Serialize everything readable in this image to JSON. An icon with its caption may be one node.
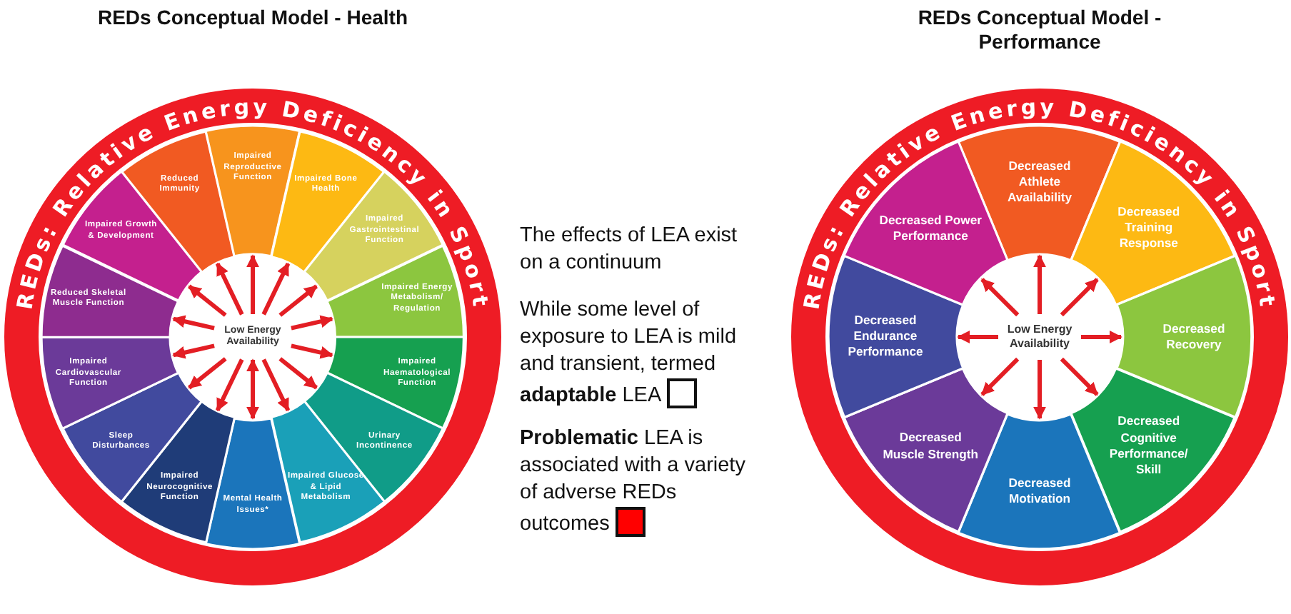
{
  "diagram": {
    "nodes": [
      {
        "text": [
          "Low Energy Availability"
        ]
      },
      {
        "text": [
          "Reduced Immunity"
        ]
      },
      {
        "text": [
          "Impaired Reproductive Function"
        ]
      },
      {
        "text": [
          "Impaired Bone Health"
        ]
      },
      {
        "text": [
          "Impaired Gastrointestinal Function"
        ]
      },
      {
        "text": [
          "Impaired Energy Metabolism/ Regulation"
        ]
      },
      {
        "text": [
          "Impaired Haematological Function"
        ]
      },
      {
        "text": [
          "Urinary Incontinence"
        ]
      },
      {
        "text": [
          "Impaired Glucose & Lipid Metabolism"
        ]
      },
      {
        "text": [
          "Mental Health Issues*"
        ]
      },
      {
        "text": [
          "Impaired Neurocognitive Function"
        ]
      },
      {
        "text": [
          "Sleep Disturbances"
        ]
      },
      {
        "text": [
          "Impaired Cardiovascular Function"
        ]
      },
      {
        "text": [
          "Reduced Skeletal Muscle Function"
        ]
      },
      {
        "text": [
          "Impaired Growth & Development"
        ]
      },
      {
        "text": [
          "Low Energy Availability"
        ]
      },
      {
        "text": [
          "Decreased Athlete Availability"
        ]
      },
      {
        "text": [
          "Decreased Training Response"
        ]
      },
      {
        "text": [
          "Decreased Recovery"
        ]
      },
      {
        "text": [
          "Decreased Cognitive Performance/ Skill"
        ]
      },
      {
        "text": [
          "Decreased Motivation"
        ]
      },
      {
        "text": [
          "Decreased Muscle Strength"
        ]
      },
      {
        "text": [
          "Decreased Endurance Performance"
        ]
      },
      {
        "text": [
          "Decreased Power Performance"
        ]
      }
    ],
    "edges": [
      {
        "from": 0,
        "to": 1,
        "arrow": "to"
      },
      {
        "from": 0,
        "to": 2,
        "arrow": "to"
      },
      {
        "from": 0,
        "to": 3,
        "arrow": "to"
      },
      {
        "from": 0,
        "to": 4,
        "arrow": "to"
      },
      {
        "from": 0,
        "to": 5,
        "arrow": "to"
      },
      {
        "from": 0,
        "to": 6,
        "arrow": "to"
      },
      {
        "from": 0,
        "to": 7,
        "arrow": "to"
      },
      {
        "from": 0,
        "to": 8,
        "arrow": "to"
      },
      {
        "from": 0,
        "to": 9,
        "arrow": "both"
      },
      {
        "from": 0,
        "to": 10,
        "arrow": "to"
      },
      {
        "from": 0,
        "to": 11,
        "arrow": "to"
      },
      {
        "from": 0,
        "to": 12,
        "arrow": "to"
      },
      {
        "from": 0,
        "to": 13,
        "arrow": "to"
      },
      {
        "from": 0,
        "to": 14,
        "arrow": "to"
      },
      {
        "from": 15,
        "to": 16,
        "arrow": "to"
      },
      {
        "from": 15,
        "to": 17,
        "arrow": "to"
      },
      {
        "from": 15,
        "to": 18,
        "arrow": "to"
      },
      {
        "from": 15,
        "to": 19,
        "arrow": "to"
      },
      {
        "from": 15,
        "to": 20,
        "arrow": "to"
      },
      {
        "from": 15,
        "to": 21,
        "arrow": "to"
      },
      {
        "from": 15,
        "to": 22,
        "arrow": "to"
      },
      {
        "from": 15,
        "to": 23,
        "arrow": "to"
      }
    ],
    "labels": [
      "REDs Conceptual Model - Health",
      "REDs Conceptual Model - Performance",
      "REDs: Relative Energy Deficiency in Sport",
      "REDs: Relative Energy Deficiency in Sport",
      "The effects of LEA exist on a continuum"
    ],
    "legend": [
      {
        "text": "While some level of exposure to LEA is mild and transient, termed **adaptable** LEA",
        "color": "#ffffff"
      },
      {
        "text": "**Problematic** LEA is associated with a variety of adverse REDs outcomes",
        "color": "#ff0000"
      }
    ]
  }
}
